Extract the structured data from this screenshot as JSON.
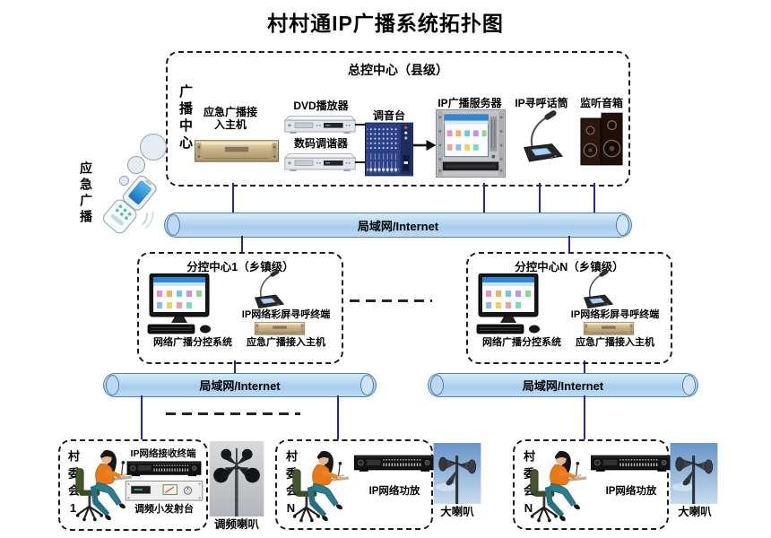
{
  "page_title": "村村通IP广播系统拓扑图",
  "network": {
    "bus_label": "局域网/Internet"
  },
  "emergency_mobile": {
    "label": "应急广播"
  },
  "master_center": {
    "title": "总控中心（县级）",
    "side_label": "广播中心",
    "devices": {
      "emergency_host": "应急广播接入主机",
      "dvd_player": "DVD播放器",
      "digital_tuner": "数码调谐器",
      "mixer": "调音台",
      "ip_broadcast_server": "IP广播服务器",
      "ip_paging_mic": "IP寻呼话筒",
      "monitor_speaker": "监听音箱"
    }
  },
  "sub_centers": [
    {
      "title": "分控中心1（乡镇级）",
      "computer": "网络广播分控系统",
      "paging_terminal": "IP网络彩屏寻呼终端",
      "emergency_host": "应急广播接入主机"
    },
    {
      "title": "分控中心N（乡镇级）",
      "computer": "网络广播分控系统",
      "paging_terminal": "IP网络彩屏寻呼终端",
      "emergency_host": "应急广播接入主机"
    }
  ],
  "villages": [
    {
      "side_label": "村委会1",
      "devices": {
        "receiver": "IP网络接收终端",
        "fm_transmitter": "调频小发射台"
      },
      "speaker_label": "调频喇叭"
    },
    {
      "side_label": "村委会N",
      "devices": {
        "amplifier": "IP网络功放"
      },
      "speaker_label": "大喇叭"
    },
    {
      "side_label": "村委会N",
      "devices": {
        "amplifier": "IP网络功放"
      },
      "speaker_label": "大喇叭"
    }
  ],
  "colors": {
    "bus_fill": "#a6cdec",
    "bus_border": "#4d7fb5",
    "connection_line": "#2424ae",
    "dashed_box_border": "#1c1c1c"
  }
}
